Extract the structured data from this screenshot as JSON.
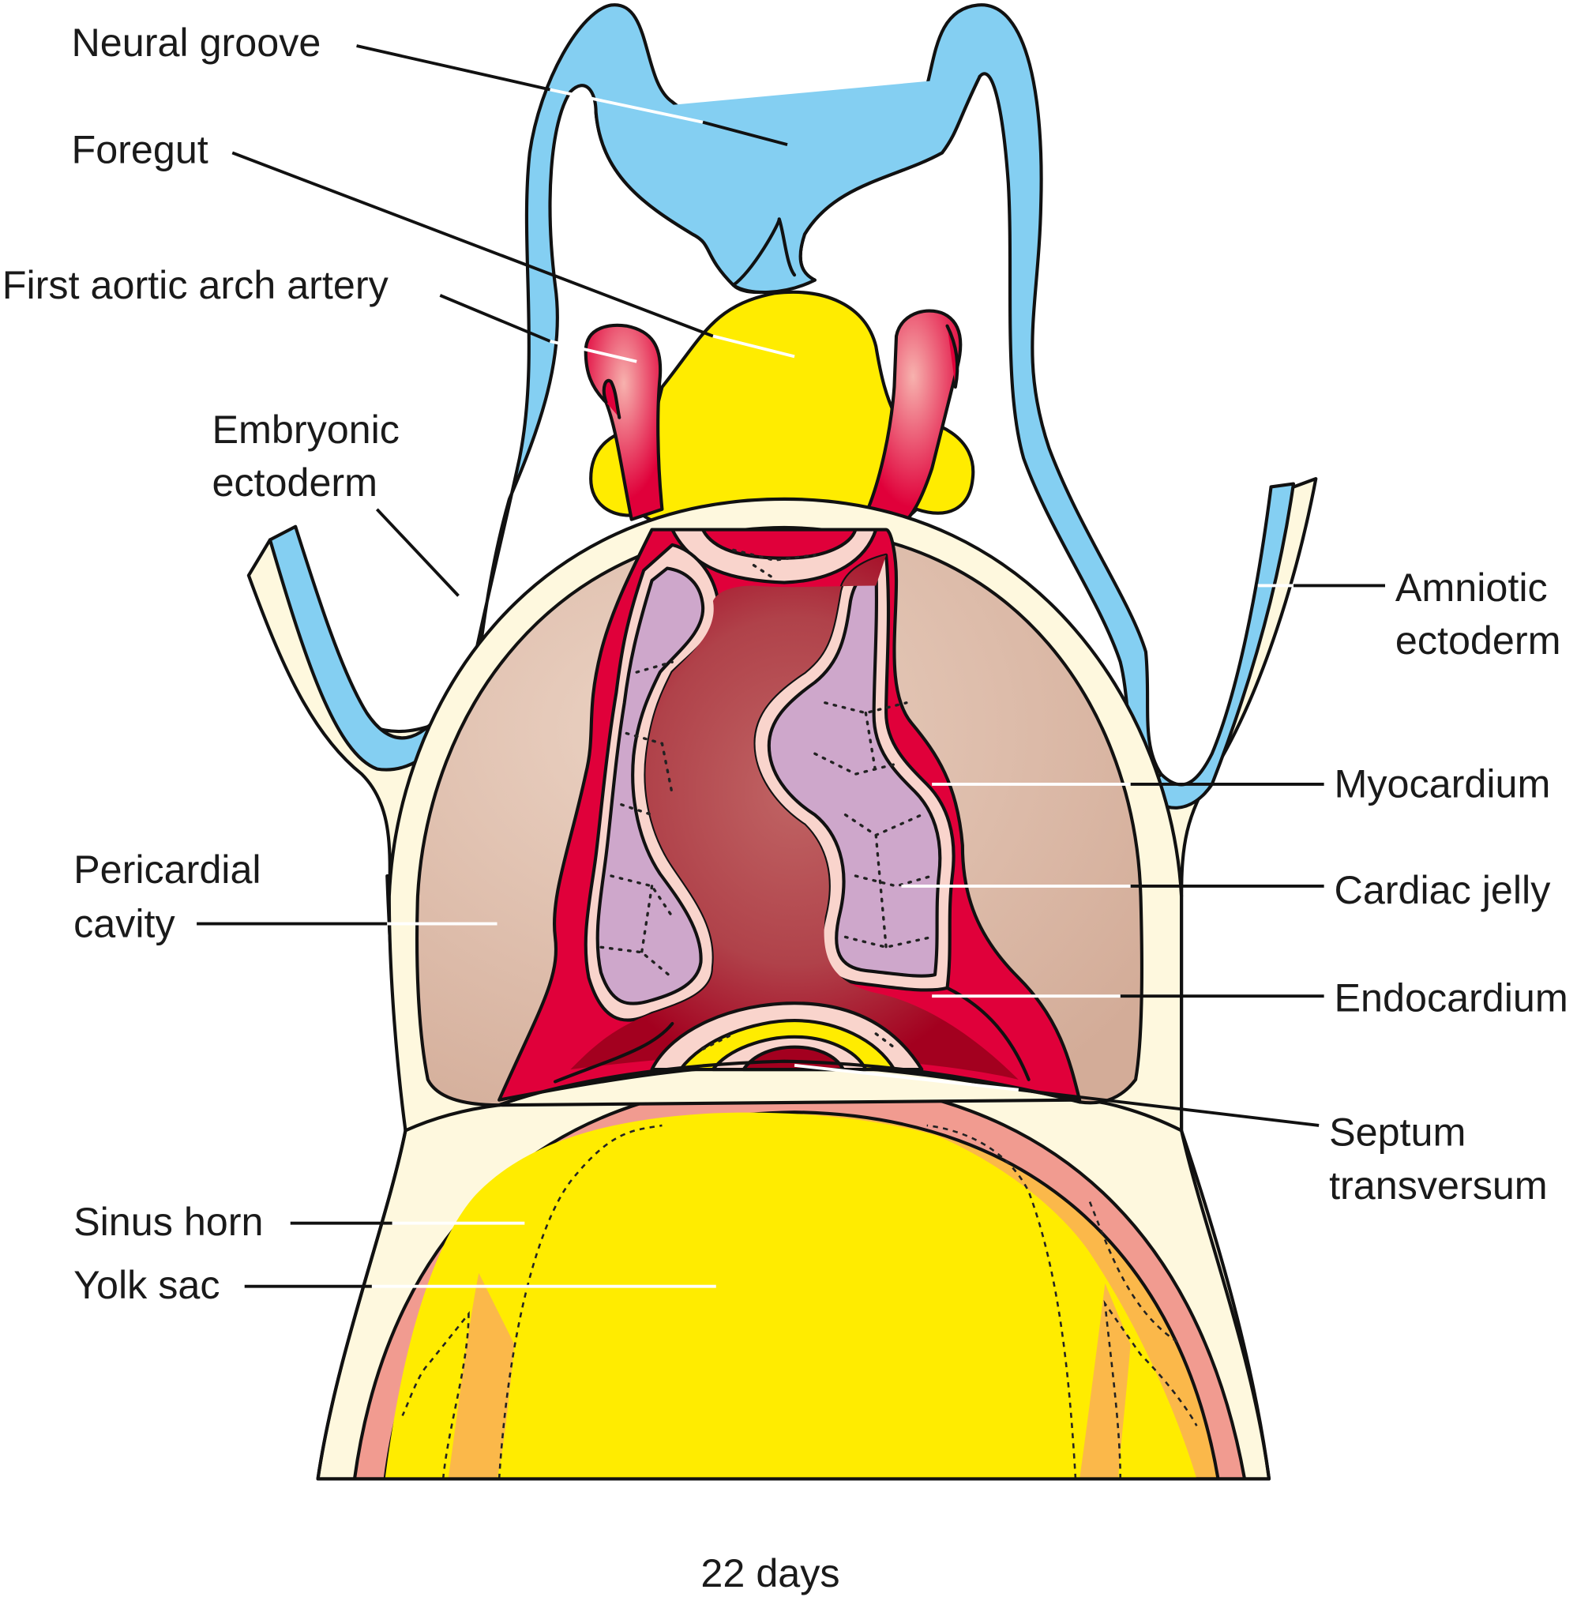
{
  "figure": {
    "caption": "22 days",
    "colors": {
      "ectoderm_blue": "#84CFF2",
      "mesoderm_cream": "#FEF8DE",
      "foregut_yellow": "#FFEC00",
      "myocardium_red": "#E0003A",
      "endocardium_pink": "#F9D4CC",
      "cardiac_jelly_lilac": "#CEA7CB",
      "lumen_darkred": "#A3001F",
      "pericardial_tan": "#D9B4A0",
      "yolk_orange": "#FBB84A",
      "yolk_rim_pink": "#F19B90"
    }
  },
  "labels": {
    "neural_groove": "Neural groove",
    "foregut": "Foregut",
    "first_aortic_arch_artery": "First aortic arch artery",
    "embryonic_ectoderm_1": "Embryonic",
    "embryonic_ectoderm_2": "ectoderm",
    "amniotic_ectoderm_1": "Amniotic",
    "amniotic_ectoderm_2": "ectoderm",
    "myocardium": "Myocardium",
    "cardiac_jelly": "Cardiac jelly",
    "endocardium": "Endocardium",
    "pericardial_cavity_1": "Pericardial",
    "pericardial_cavity_2": "cavity",
    "septum_transversum_1": "Septum",
    "septum_transversum_2": "transversum",
    "sinus_horn": "Sinus horn",
    "yolk_sac": "Yolk sac"
  }
}
